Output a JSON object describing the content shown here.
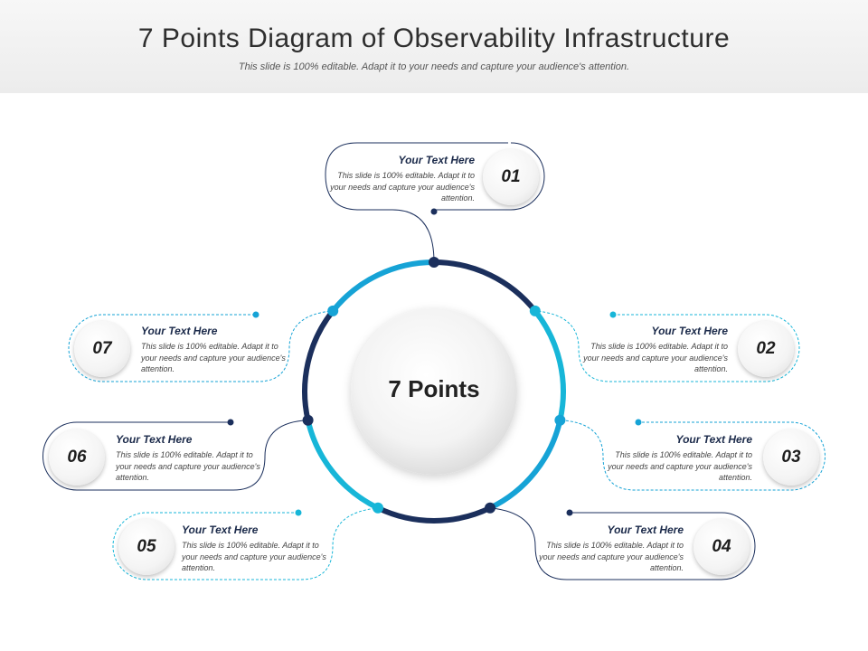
{
  "header": {
    "title": "7 Points Diagram of Observability Infrastructure",
    "subtitle": "This slide is 100% editable. Adapt it to your needs and capture your audience's attention."
  },
  "center": {
    "label": "7 Points"
  },
  "colors": {
    "navy": "#1b2f5c",
    "cyan": "#16a3d6",
    "teal": "#17b6d8"
  },
  "points": [
    {
      "number": "01",
      "title": "Your Text Here",
      "body": "This slide is 100% editable. Adapt it to your needs and capture your audience's attention."
    },
    {
      "number": "02",
      "title": "Your Text Here",
      "body": "This slide is 100% editable. Adapt it to your needs and capture your audience's attention."
    },
    {
      "number": "03",
      "title": "Your Text Here",
      "body": "This slide is 100% editable. Adapt it to your needs and capture your audience's attention."
    },
    {
      "number": "04",
      "title": "Your Text Here",
      "body": "This slide is 100% editable. Adapt it to your needs and capture your audience's attention."
    },
    {
      "number": "05",
      "title": "Your Text Here",
      "body": "This slide is 100% editable. Adapt it to your needs and capture your audience's attention."
    },
    {
      "number": "06",
      "title": "Your Text Here",
      "body": "This slide is 100% editable. Adapt it to your needs and capture your audience's attention."
    },
    {
      "number": "07",
      "title": "Your Text Here",
      "body": "This slide is 100% editable. Adapt it to your needs and capture your audience's attention."
    }
  ]
}
